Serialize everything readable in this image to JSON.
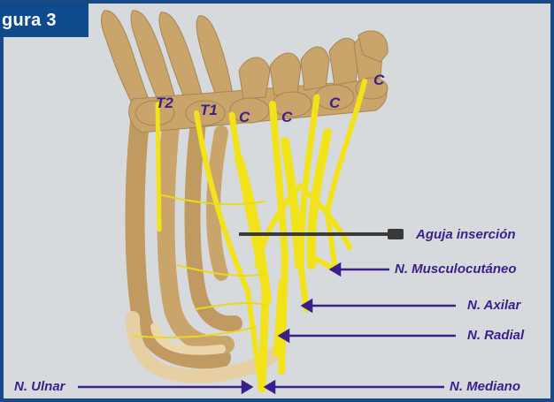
{
  "figure_label": "gura 3",
  "vertebra_labels": [
    "T2",
    "T1",
    "C",
    "C",
    "C",
    "C"
  ],
  "annotations": {
    "needle": "Aguja inserción",
    "musculocutaneo": "N. Musculocutáneo",
    "axilar": "N. Axilar",
    "radial": "N. Radial",
    "ulnar": "N. Ulnar",
    "mediano": "N. Mediano"
  },
  "colors": {
    "border": "#1a4a86",
    "figure_label_bg": "#0f4a8c",
    "background": "#d7dadd",
    "bone": "#c9a46b",
    "nerve": "#f2e21a",
    "label_text": "#3a1f8a",
    "needle": "#3a3a3a"
  }
}
